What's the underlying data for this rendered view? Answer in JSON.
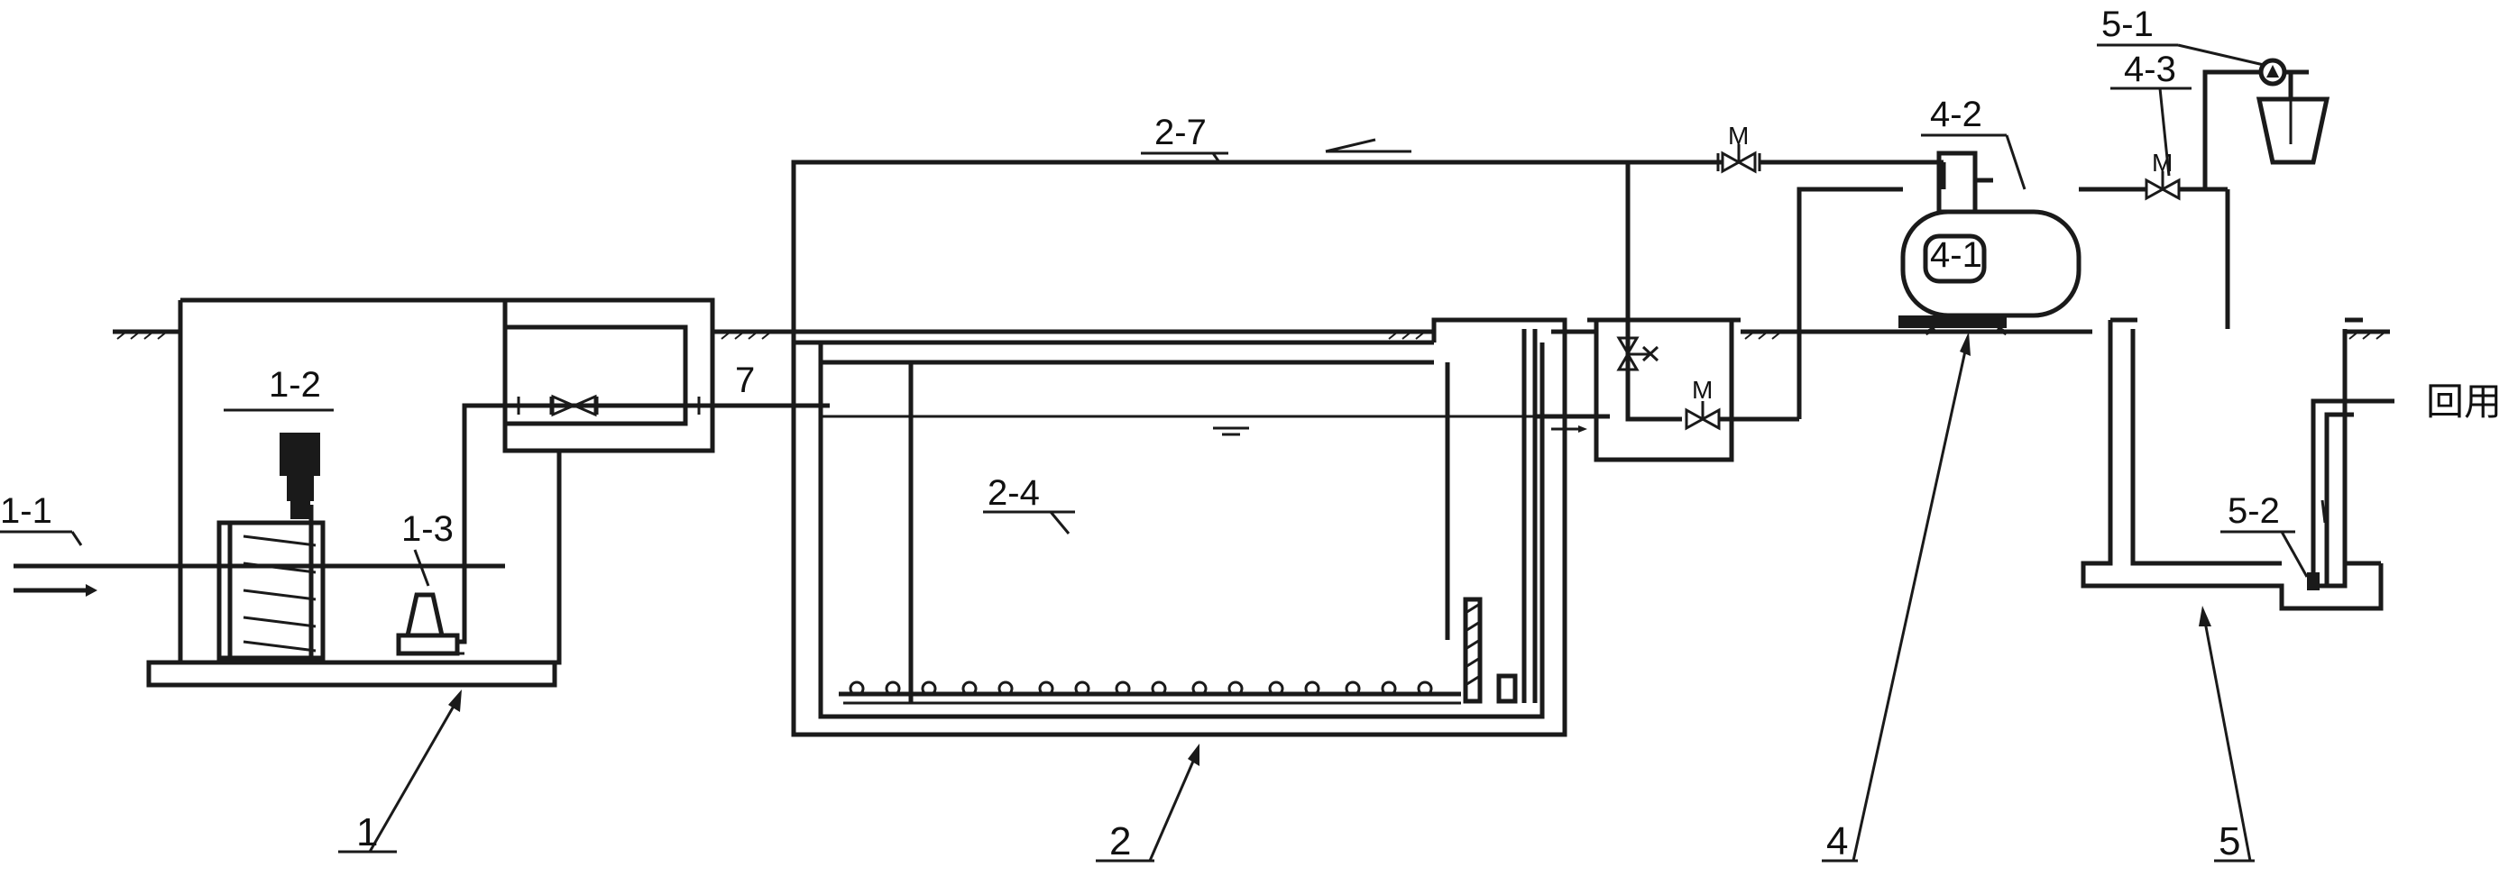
{
  "labels": {
    "inlet": "1-1",
    "grille": "1-2",
    "lift_pump": "1-3",
    "pipe_7": "7",
    "tank_2_4": "2-4",
    "return_pipe": "2-7",
    "filter": "4-1",
    "filter_pipe": "4-2",
    "valve_4_3": "4-3",
    "dosing": "5-1",
    "pump_5_2": "5-2",
    "reuse": "回用",
    "unit_1": "1",
    "unit_2": "2",
    "unit_4": "4",
    "unit_5": "5",
    "motor_valve": "M"
  }
}
